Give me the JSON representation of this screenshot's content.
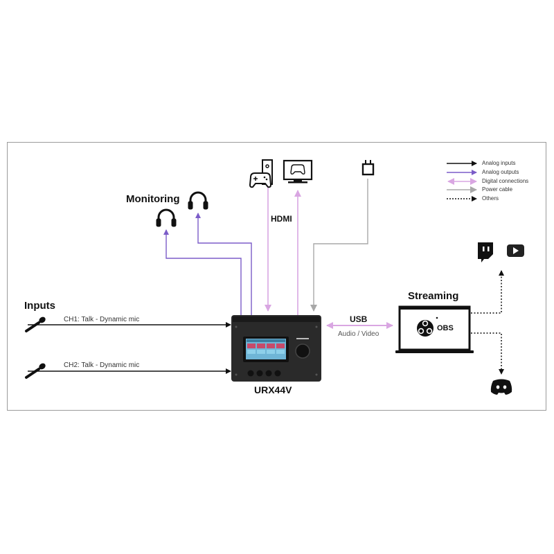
{
  "sections": {
    "inputs": "Inputs",
    "monitoring": "Monitoring",
    "streaming": "Streaming"
  },
  "inputs": [
    {
      "label": "CH1: Talk - Dynamic mic",
      "icon": "microphone-icon"
    },
    {
      "label": "CH2: Talk - Dynamic mic",
      "icon": "microphone-icon"
    }
  ],
  "hdmi_label": "HDMI",
  "usb": {
    "label": "USB",
    "sublabel": "Audio / Video"
  },
  "device": {
    "name": "URX44V"
  },
  "software": {
    "name": "OBS"
  },
  "legend": [
    {
      "label": "Analog inputs",
      "color": "#111111",
      "style": "solid"
    },
    {
      "label": "Analog outputs",
      "color": "#7b5cc8",
      "style": "solid"
    },
    {
      "label": "Digital connections",
      "color": "#d9a6e2",
      "style": "double-arrow"
    },
    {
      "label": "Power cable",
      "color": "#a8a8a8",
      "style": "solid"
    },
    {
      "label": "Others",
      "color": "#111111",
      "style": "dotted"
    }
  ],
  "colors": {
    "analog_in": "#111111",
    "analog_out": "#7b5cc8",
    "digital": "#d9a6e2",
    "power": "#a8a8a8",
    "others": "#111111"
  },
  "icons": [
    "game-console-icon",
    "monitor-icon",
    "power-plug-icon",
    "headphones-icon",
    "twitch-icon",
    "youtube-icon",
    "discord-icon",
    "laptop-icon",
    "obs-logo-icon"
  ]
}
